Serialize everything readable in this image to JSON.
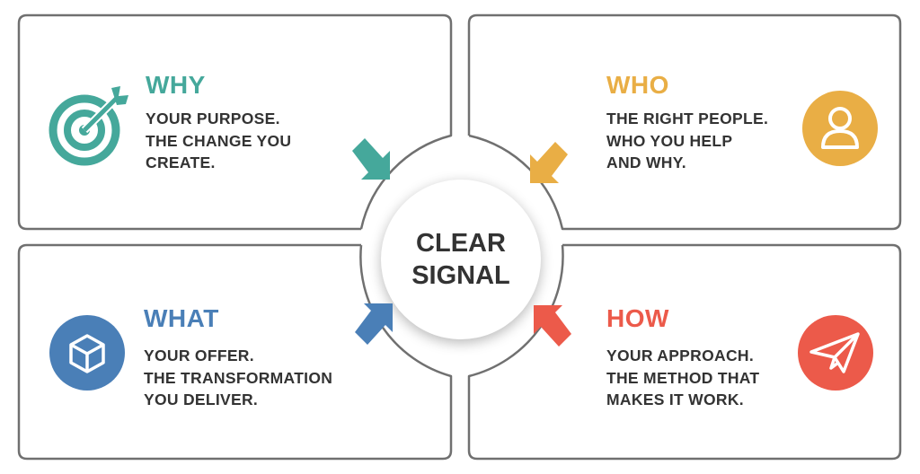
{
  "center": {
    "text": "CLEAR\nSIGNAL"
  },
  "quadrants": [
    {
      "id": "why",
      "title": "WHY",
      "description": "YOUR PURPOSE.\nTHE CHANGE YOU\nCREATE.",
      "color": "#45a89b",
      "icon": "target-icon"
    },
    {
      "id": "who",
      "title": "WHO",
      "description": "THE RIGHT PEOPLE.\nWHO YOU HELP\nAND WHY.",
      "color": "#e9ae45",
      "icon": "user-icon"
    },
    {
      "id": "what",
      "title": "WHAT",
      "description": "YOUR OFFER.\nTHE TRANSFORMATION\nYOU DELIVER.",
      "color": "#4a7fb7",
      "icon": "box-icon"
    },
    {
      "id": "how",
      "title": "HOW",
      "description": "YOUR APPROACH.\nTHE METHOD THAT\nMAKES IT WORK.",
      "color": "#ec5a4a",
      "icon": "paper-plane-icon"
    }
  ]
}
